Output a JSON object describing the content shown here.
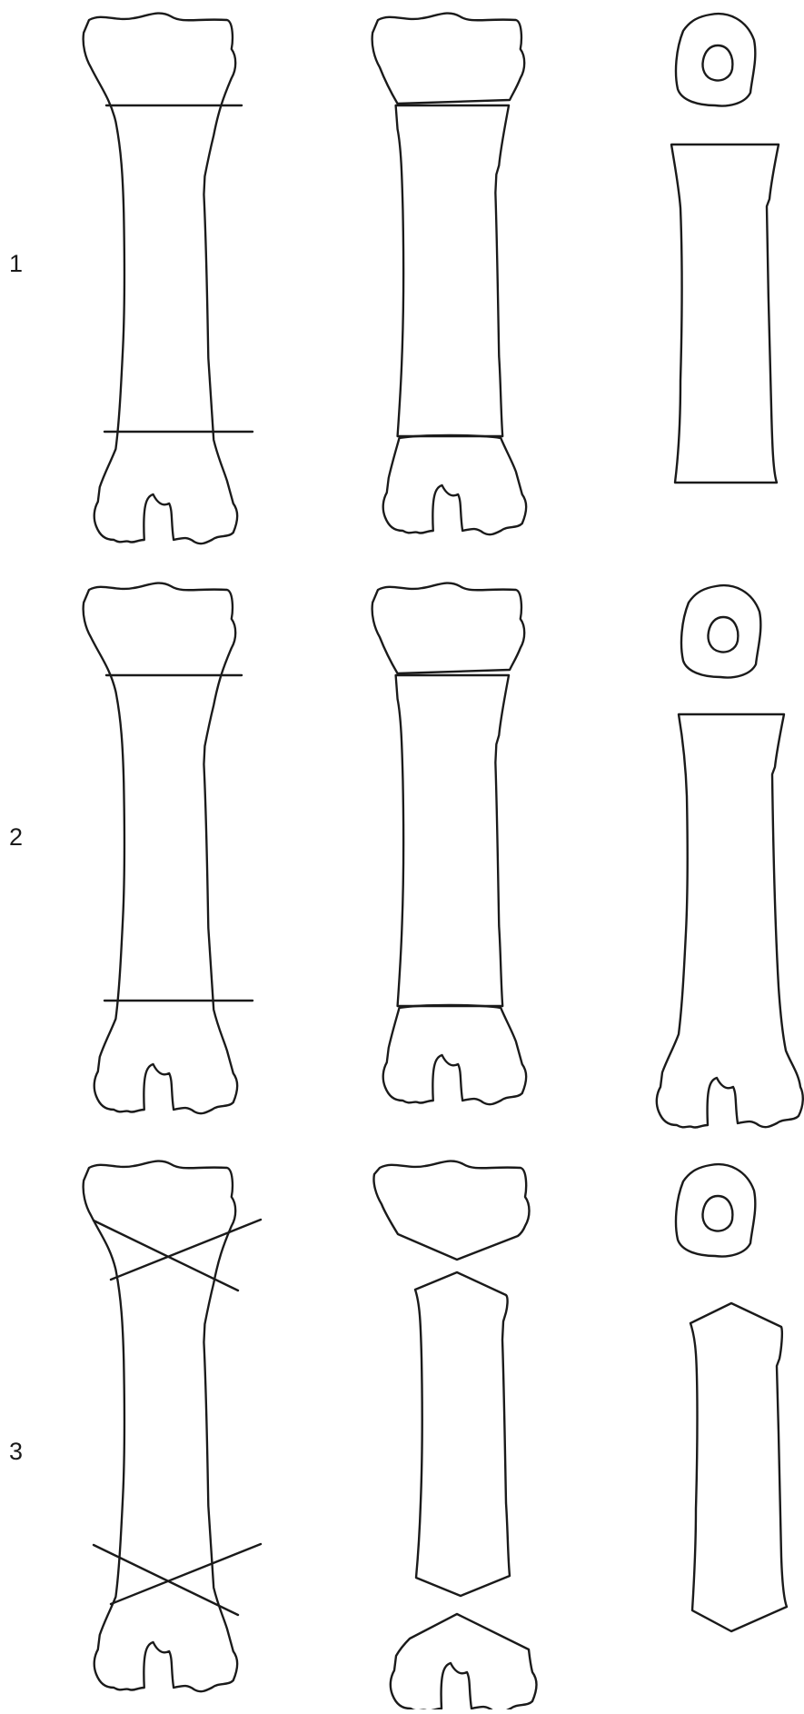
{
  "rows": [
    {
      "label": "1"
    },
    {
      "label": "2"
    },
    {
      "label": "3"
    }
  ],
  "colors": {
    "stroke": "#1a1a1a",
    "background": "#ffffff"
  }
}
